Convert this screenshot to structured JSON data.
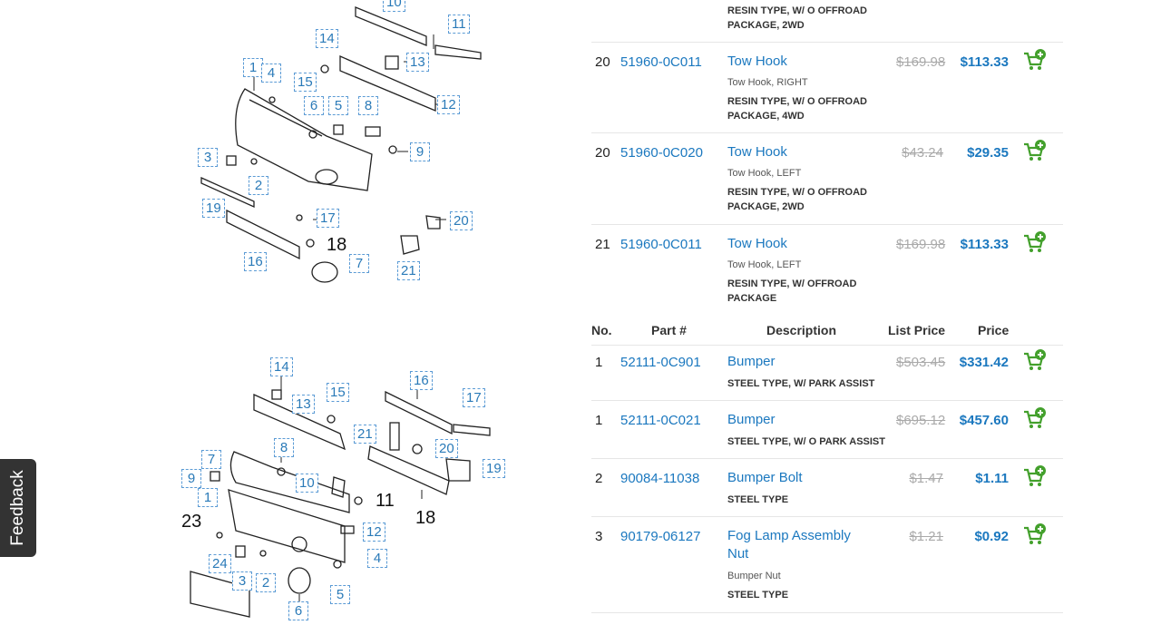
{
  "feedback_label": "Feedback",
  "diagram_top": {
    "callouts": [
      "10",
      "11",
      "14",
      "13",
      "1",
      "4",
      "15",
      "12",
      "6",
      "5",
      "8",
      "9",
      "3",
      "2",
      "19",
      "17",
      "20",
      "16",
      "7",
      "21"
    ],
    "plain": [
      "18"
    ]
  },
  "diagram_bottom": {
    "callouts": [
      "14",
      "16",
      "13",
      "15",
      "17",
      "8",
      "21",
      "20",
      "7",
      "19",
      "9",
      "10",
      "1",
      "12",
      "24",
      "3",
      "2",
      "4",
      "6",
      "5"
    ],
    "plain": [
      "11",
      "18",
      "23"
    ]
  },
  "table_header": {
    "no": "No.",
    "part": "Part #",
    "description": "Description",
    "list_price": "List Price",
    "price": "Price"
  },
  "rows_top": [
    {
      "note": "RESIN TYPE, W/ O OFFROAD PACKAGE, 2WD"
    },
    {
      "no": "20",
      "part": "51960-0C011",
      "desc": "Tow Hook",
      "sub": "Tow Hook, RIGHT",
      "note": "RESIN TYPE, W/ O OFFROAD PACKAGE, 4WD",
      "list": "$169.98",
      "price": "$113.33"
    },
    {
      "no": "20",
      "part": "51960-0C020",
      "desc": "Tow Hook",
      "sub": "Tow Hook, LEFT",
      "note": "RESIN TYPE, W/ O OFFROAD PACKAGE, 2WD",
      "list": "$43.24",
      "price": "$29.35"
    },
    {
      "no": "21",
      "part": "51960-0C011",
      "desc": "Tow Hook",
      "sub": "Tow Hook, LEFT",
      "note": "RESIN TYPE, W/ OFFROAD PACKAGE",
      "list": "$169.98",
      "price": "$113.33"
    }
  ],
  "rows_bottom": [
    {
      "no": "1",
      "part": "52111-0C901",
      "desc": "Bumper",
      "note": "STEEL TYPE, W/ PARK ASSIST",
      "list": "$503.45",
      "price": "$331.42"
    },
    {
      "no": "1",
      "part": "52111-0C021",
      "desc": "Bumper",
      "note": "STEEL TYPE, W/ O PARK ASSIST",
      "list": "$695.12",
      "price": "$457.60"
    },
    {
      "no": "2",
      "part": "90084-11038",
      "desc": "Bumper Bolt",
      "note": "STEEL TYPE",
      "list": "$1.47",
      "price": "$1.11"
    },
    {
      "no": "3",
      "part": "90179-06127",
      "desc": "Fog Lamp Assembly Nut",
      "sub": "Bumper Nut",
      "note": "STEEL TYPE",
      "list": "$1.21",
      "price": "$0.92"
    }
  ],
  "colors": {
    "link": "#1b78bf",
    "cart": "#43a02c",
    "callout_border": "#5b9bd5"
  },
  "icons": {
    "cart": "add-to-cart-icon"
  }
}
